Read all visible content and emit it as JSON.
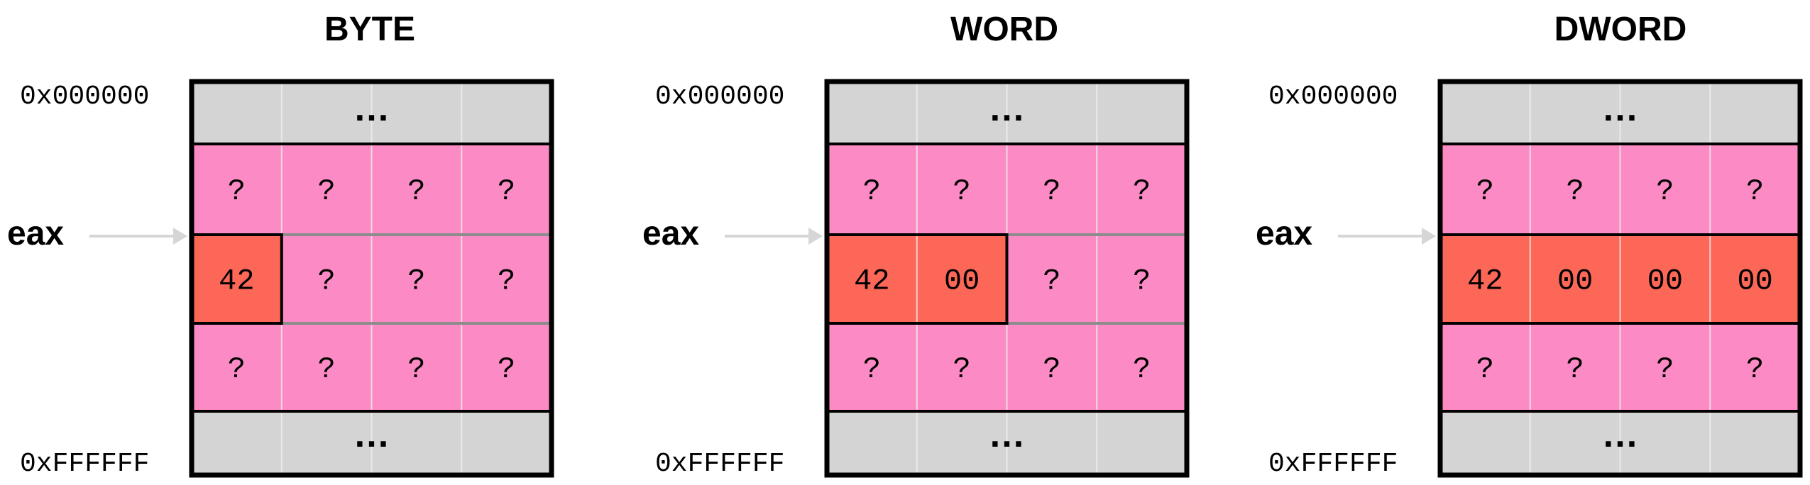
{
  "colors": {
    "background": "#ffffff",
    "memory_cell": "#fc8ac4",
    "highlight_cell": "#fd6757",
    "ellipsis_row": "#d4d4d4",
    "border": "#000000",
    "divider": "#8c8c8c",
    "column_line": "#f2f2f2",
    "arrow": "#d6d6d6"
  },
  "ellipsis": "…",
  "unknown_byte": "?",
  "register_label": "eax",
  "address_top": "0x000000",
  "address_bottom": "0xFFFFFF",
  "panels": [
    {
      "title": "BYTE",
      "highlighted_bytes": [
        "42"
      ]
    },
    {
      "title": "WORD",
      "highlighted_bytes": [
        "42",
        "00"
      ]
    },
    {
      "title": "DWORD",
      "highlighted_bytes": [
        "42",
        "00",
        "00",
        "00"
      ]
    }
  ]
}
